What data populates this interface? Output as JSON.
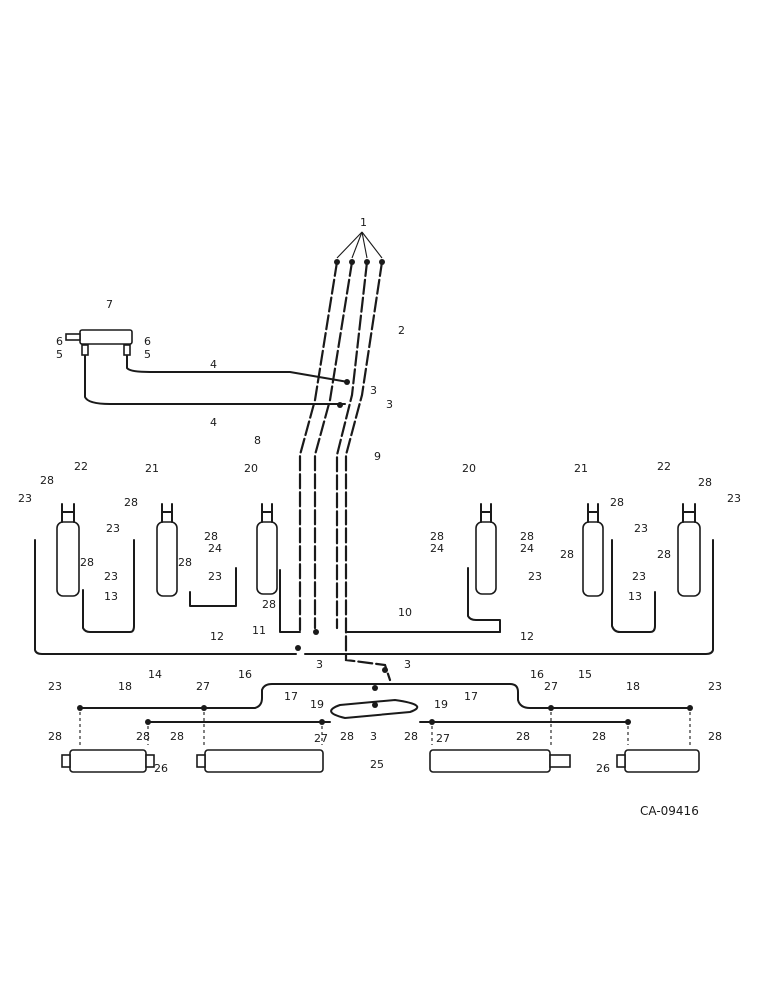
{
  "drawing_code": "CA-09416",
  "callouts": {
    "c1": "1",
    "c2": "2",
    "c3a": "3",
    "c3b": "3",
    "c3c": "3",
    "c3d": "3",
    "c3e": "3",
    "c4a": "4",
    "c4b": "4",
    "c5a": "5",
    "c5b": "5",
    "c6a": "6",
    "c6b": "6",
    "c7": "7",
    "c8": "8",
    "c9": "9",
    "c10": "10",
    "c11": "11",
    "c12a": "12",
    "c12b": "12",
    "c13a": "13",
    "c13b": "13",
    "c14": "14",
    "c15": "15",
    "c16a": "16",
    "c16b": "16",
    "c17a": "17",
    "c17b": "17",
    "c18a": "18",
    "c18b": "18",
    "c19a": "19",
    "c19b": "19",
    "c20a": "20",
    "c20b": "20",
    "c21a": "21",
    "c21b": "21",
    "c22a": "22",
    "c22b": "22",
    "c23a": "23",
    "c23b": "23",
    "c23c": "23",
    "c23d": "23",
    "c23e": "23",
    "c23f": "23",
    "c23g": "23",
    "c23h": "23",
    "c23i": "23",
    "c23j": "23",
    "c24a": "24",
    "c24b": "24",
    "c24c": "24",
    "c25": "25",
    "c26a": "26",
    "c26b": "26",
    "c27a": "27",
    "c27b": "27",
    "c27c": "27",
    "c27d": "27",
    "c28a": "28",
    "c28b": "28",
    "c28c": "28",
    "c28d": "28",
    "c28e": "28",
    "c28f": "28",
    "c28g": "28",
    "c28h": "28",
    "c28i": "28",
    "c28j": "28",
    "c28k": "28",
    "c28l": "28",
    "c28m": "28",
    "c28n": "28",
    "c28o": "28",
    "c28p": "28",
    "c28q": "28",
    "c28r": "28",
    "c28s": "28",
    "c28t": "28"
  }
}
